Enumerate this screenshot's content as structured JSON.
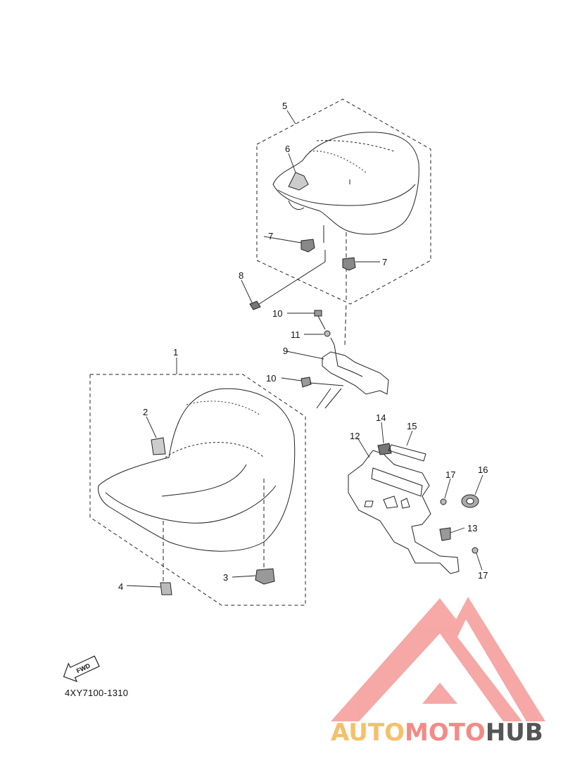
{
  "callouts": {
    "c1": "1",
    "c2": "2",
    "c3": "3",
    "c4": "4",
    "c5": "5",
    "c6": "6",
    "c7a": "7",
    "c7b": "7",
    "c8": "8",
    "c9": "9",
    "c10a": "10",
    "c10b": "10",
    "c11": "11",
    "c12": "12",
    "c13": "13",
    "c14": "14",
    "c15": "15",
    "c16": "16",
    "c17a": "17",
    "c17b": "17"
  },
  "fwd_arrow": {
    "label": "FWD"
  },
  "diagram_code": "4XY7100-1310",
  "watermark": {
    "part1": "AUTO",
    "part2": "MOTO",
    "part3": "HUB",
    "colors": {
      "auto": "#f5c06a",
      "moto": "#f48a86",
      "hub": "#555555",
      "logo": "#f49a96"
    }
  }
}
